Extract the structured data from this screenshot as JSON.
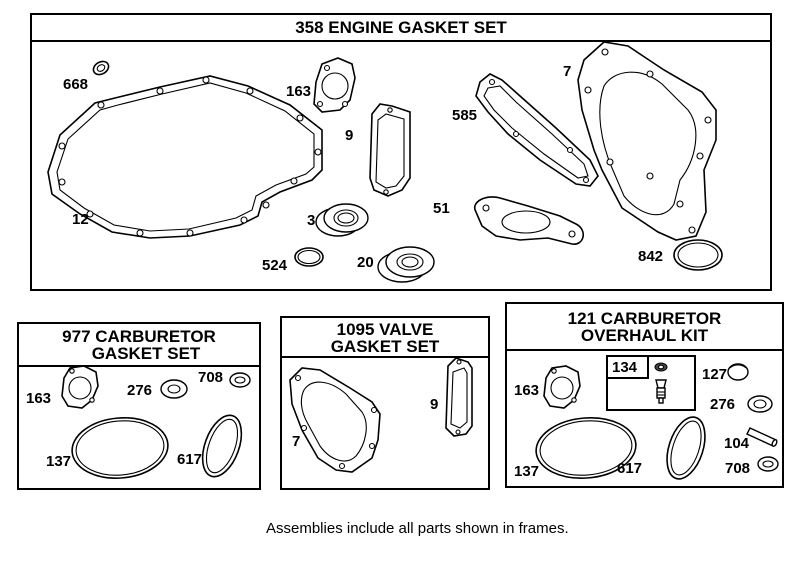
{
  "main_kit": {
    "title": "358 ENGINE GASKET SET",
    "labels": {
      "p668": "668",
      "p163": "163",
      "p9": "9",
      "p585": "585",
      "p7": "7",
      "p12": "12",
      "p3": "3",
      "p51": "51",
      "p524": "524",
      "p20": "20",
      "p842": "842"
    }
  },
  "carb_gasket_kit": {
    "title_line1": "977 CARBURETOR",
    "title_line2": "GASKET SET",
    "labels": {
      "p163": "163",
      "p276": "276",
      "p708": "708",
      "p137": "137",
      "p617": "617"
    }
  },
  "valve_gasket_kit": {
    "title_line1": "1095 VALVE",
    "title_line2": "GASKET SET",
    "labels": {
      "p7": "7",
      "p9": "9"
    }
  },
  "carb_overhaul_kit": {
    "title_line1": "121 CARBURETOR",
    "title_line2": "OVERHAUL KIT",
    "labels": {
      "p134": "134",
      "p163": "163",
      "p127": "127",
      "p276": "276",
      "p104": "104",
      "p137": "137",
      "p617": "617",
      "p708": "708"
    }
  },
  "note": "Assemblies include all parts shown in frames."
}
